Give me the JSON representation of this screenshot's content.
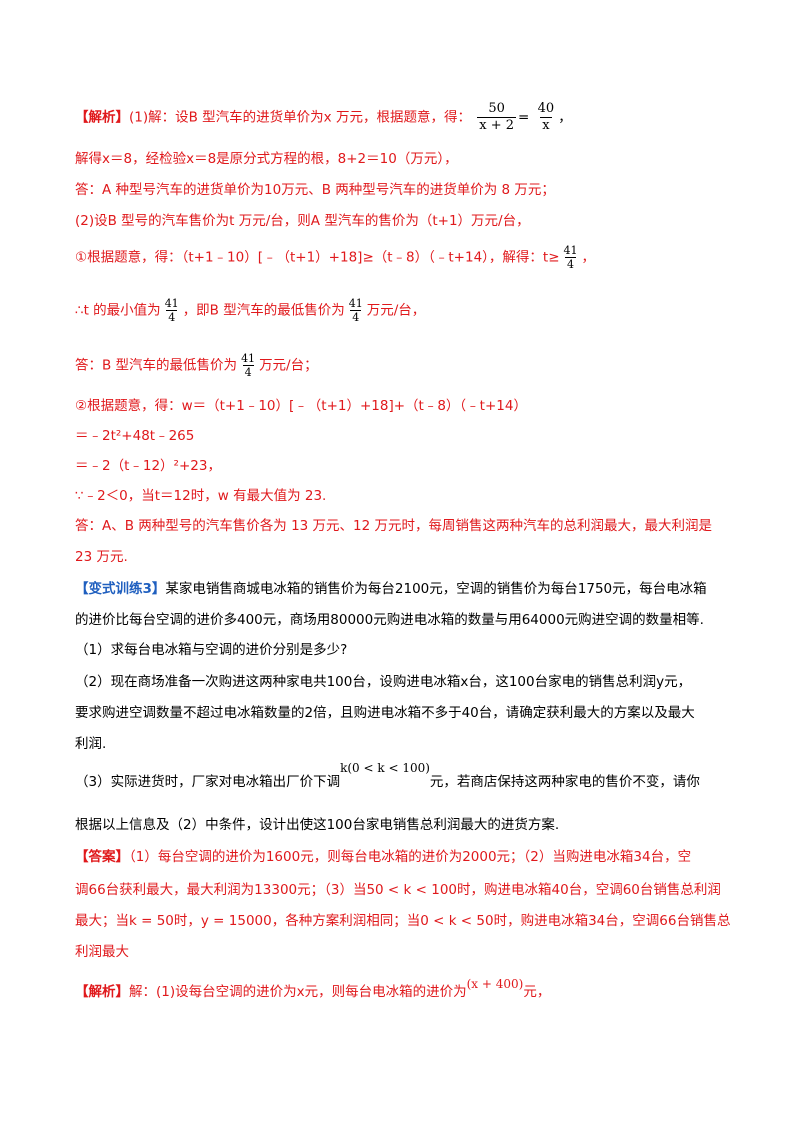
{
  "lines": {
    "l1_tag": "【解析】",
    "l1_text": "(1)解：设B 型汽车的进货单价为x 万元，根据题意，得：",
    "l1_f1_num": "50",
    "l1_f1_den": "x + 2",
    "l1_eq": "=",
    "l1_f2_num": "40",
    "l1_f2_den": "x",
    "l1_end": "，",
    "l2": "解得x＝8，经检验x＝8是原分式方程的根，8+2＝10（万元），",
    "l3": "答：A 种型号汽车的进货单价为10万元、B 两种型号汽车的进货单价为 8 万元；",
    "l4": "(2)设B 型号的汽车售价为t 万元/台，则A 型汽车的售价为（t+1）万元/台，",
    "l5_text": "①根据题意，得：（t+1﹣10）[﹣（t+1）+18]≥（t﹣8）（﹣t+14），解得：t≥",
    "l5_num": "41",
    "l5_den": "4",
    "l5_end": "，",
    "l6_a": "∴t 的最小值为",
    "l6_num1": "41",
    "l6_den1": "4",
    "l6_b": "，即B 型汽车的最低售价为",
    "l6_num2": "41",
    "l6_den2": "4",
    "l6_c": "万元/台，",
    "l7_a": "答：B 型汽车的最低售价为",
    "l7_num": "41",
    "l7_den": "4",
    "l7_b": "万元/台；",
    "l8": "②根据题意，得：w＝（t+1﹣10）[﹣（t+1）+18]+（t﹣8）（﹣t+14）",
    "l9": "＝﹣2t²+48t﹣265",
    "l10": "＝﹣2（t﹣12）²+23，",
    "l11": "∵﹣2＜0，当t＝12时，w 有最大值为 23.",
    "l12": "答：A、B 两种型号的汽车售价各为 13 万元、12 万元时，每周销售这两种汽车的总利润最大，最大利润是",
    "l13": "23 万元.",
    "l14_tag": "【变式训练3】",
    "l14": "某家电销售商城电冰箱的销售价为每台2100元，空调的销售价为每台1750元，每台电冰箱",
    "l15": "的进价比每台空调的进价多400元，商场用80000元购进电冰箱的数量与用64000元购进空调的数量相等.",
    "l16": "（1）求每台电冰箱与空调的进价分别是多少?",
    "l17": "（2）现在商场准备一次购进这两种家电共100台，设购进电冰箱x台，这100台家电的销售总利润y元，",
    "l18": "要求购进空调数量不超过电冰箱数量的2倍，且购进电冰箱不多于40台，请确定获利最大的方案以及最大",
    "l19": "利润.",
    "l20_a": "（3）实际进货时，厂家对电冰箱出厂价下调",
    "l20_k": "k(0 < k < 100)",
    "l20_b": "元，若商店保持这两种家电的售价不变，请你",
    "l21": "根据以上信息及（2）中条件，设计出使这100台家电销售总利润最大的进货方案.",
    "l22_tag": "【答案】",
    "l22": "（1）每台空调的进价为1600元，则每台电冰箱的进价为2000元；（2）当购进电冰箱34台，空",
    "l23": "调66台获利最大，最大利润为13300元；（3）当50 < k < 100时，购进电冰箱40台，空调60台销售总利润",
    "l24": "最大；当k = 50时，y = 15000，各种方案利润相同；当0 < k < 50时，购进电冰箱34台，空调66台销售总",
    "l25": "利润最大",
    "l26_tag": "【解析】",
    "l26_a": "解：(1)设每台空调的进价为x元，则每台电冰箱的进价为",
    "l26_b": "(x + 400)",
    "l26_c": "元，"
  }
}
